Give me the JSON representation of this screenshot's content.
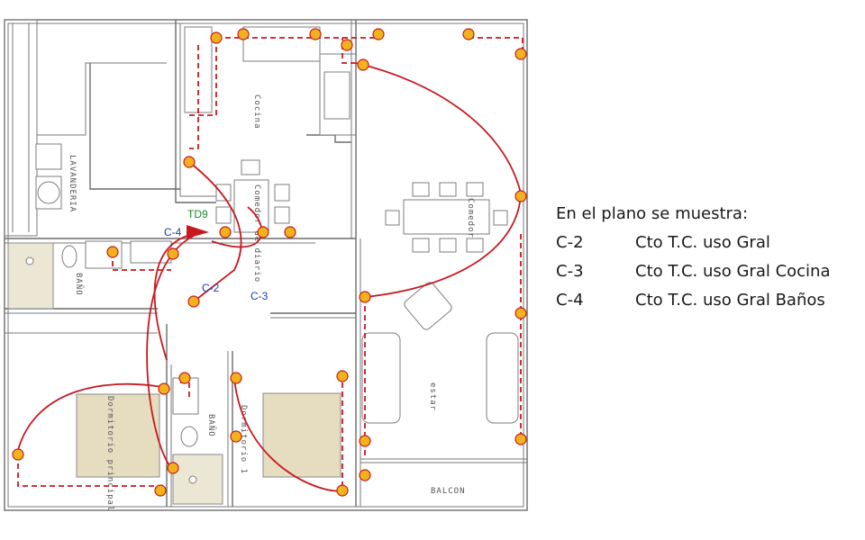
{
  "legend": {
    "title": "En el plano se muestra:",
    "items": [
      {
        "code": "C-2",
        "desc": "Cto T.C. uso Gral"
      },
      {
        "code": "C-3",
        "desc": "Cto T.C. uso Gral Cocina"
      },
      {
        "code": "C-4",
        "desc": "Cto T.C. uso Gral Baños"
      }
    ]
  },
  "plan": {
    "rooms": {
      "cocina": "Cocina",
      "lavanderia": "LAVANDERIA",
      "comedor_diario": "Comedor de diario",
      "comedor": "Comedor",
      "bano_1": "BAÑO",
      "bano_2": "BAÑO",
      "dormitorio_principal": "Dormitorio principal",
      "dormitorio_1": "Dormitorio 1",
      "estar": "estar",
      "balcon": "BALCON"
    },
    "panel_label": "TD9",
    "circuit_labels": {
      "c4": "C-4",
      "c2": "C-2",
      "c3": "C-3"
    },
    "colors": {
      "circuit": "#c8191f",
      "outlet": "#f2b21c",
      "panel": "#c8191f",
      "circuit_label": "#1b3fa6",
      "panel_label": "#1a8a2a"
    }
  }
}
